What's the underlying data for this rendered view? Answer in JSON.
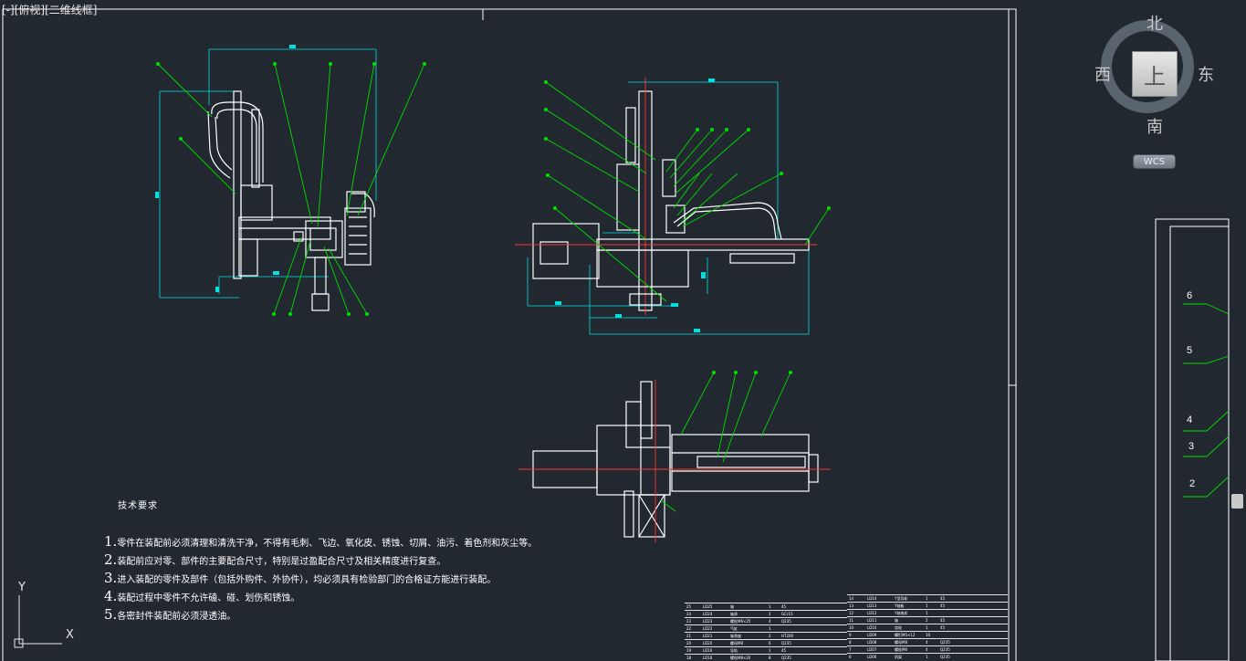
{
  "viewport": {
    "label": "[-][俯视][二维线框]"
  },
  "viewcube": {
    "top_face": "上",
    "north": "北",
    "south": "南",
    "east": "东",
    "west": "西",
    "coord_system": "WCS"
  },
  "ucs": {
    "y_label": "Y",
    "x_label": "X"
  },
  "technical_notes": {
    "title": "技术要求",
    "items": [
      {
        "num": "1.",
        "text": "零件在装配前必须清理和清洗干净，不得有毛刺、飞边、氧化皮、锈蚀、切屑、油污、着色剂和灰尘等。"
      },
      {
        "num": "2.",
        "text": "装配前应对零、部件的主要配合尺寸，特别是过盈配合尺寸及相关精度进行复查。"
      },
      {
        "num": "3.",
        "text": "进入装配的零件及部件（包括外购件、外协件），均必须具有检验部门的合格证方能进行装配。"
      },
      {
        "num": "4.",
        "text": "装配过程中零件不允许磕、碰、划伤和锈蚀。"
      },
      {
        "num": "5.",
        "text": "各密封件装配前必须浸透油。"
      }
    ]
  },
  "right_balloons": [
    "6",
    "5",
    "4",
    "3",
    "2"
  ],
  "bom_left": [
    [
      "25",
      "LD25",
      "轴",
      "1",
      "45"
    ],
    [
      "24",
      "LD24",
      "轴承",
      "2",
      "GCr15"
    ],
    [
      "23",
      "LD23",
      "螺栓M6×25",
      "4",
      "Q235"
    ],
    [
      "22",
      "LD22",
      "气缸",
      "1",
      ""
    ],
    [
      "21",
      "LD21",
      "轴承座",
      "2",
      "HT200"
    ],
    [
      "20",
      "LD20",
      "螺母M8",
      "6",
      "Q235"
    ],
    [
      "19",
      "LD19",
      "导轨",
      "1",
      "45"
    ],
    [
      "18",
      "LD18",
      "螺栓M8×20",
      "8",
      "Q235"
    ]
  ],
  "bom_right": [
    [
      "14",
      "LD14",
      "Y型导轨",
      "1",
      "45"
    ],
    [
      "13",
      "LD13",
      "Y轴板",
      "1",
      "45"
    ],
    [
      "12",
      "LD12",
      "Y轴电机",
      "1",
      ""
    ],
    [
      "11",
      "LD11",
      "轴",
      "2",
      "45"
    ],
    [
      "10",
      "LD10",
      "齿轮",
      "1",
      "45"
    ],
    [
      "9",
      "LD09",
      "螺钉M5×12",
      "16",
      ""
    ],
    [
      "8",
      "LD08",
      "螺母M8",
      "4",
      "Q235"
    ],
    [
      "7",
      "LD07",
      "螺栓M6",
      "4",
      "Q235"
    ],
    [
      "6",
      "LD06",
      "机架",
      "1",
      "Q235"
    ]
  ]
}
